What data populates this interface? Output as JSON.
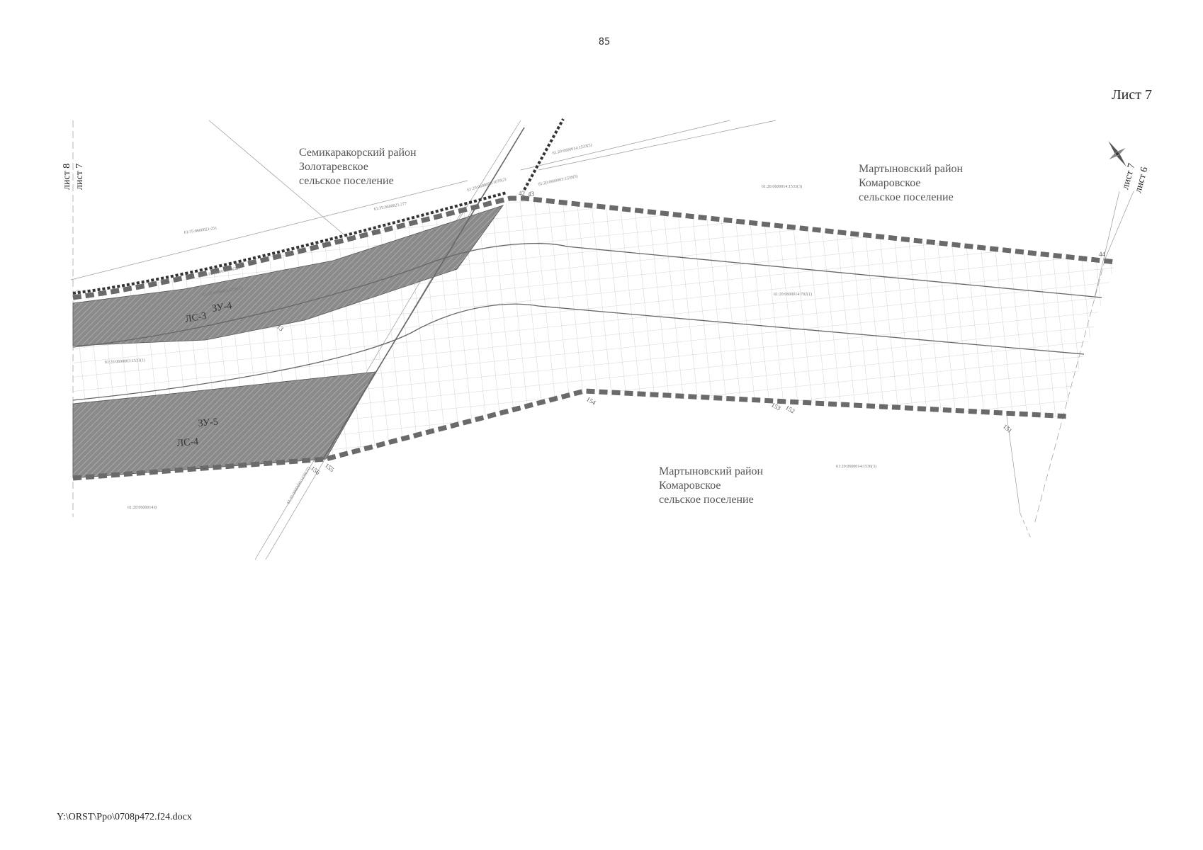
{
  "page_number": "85",
  "sheet_title": "Лист 7",
  "file_path": "Y:\\ORST\\Ppo\\0708p472.f24.docx",
  "sheet_refs": {
    "left_top": "лист 8",
    "left_bottom": "лист 7",
    "right_top": "лист 7",
    "right_bottom": "лист 6"
  },
  "regions": {
    "semikarakorsky": [
      "Семикаракорский район",
      "Золотаревское",
      "сельское поселение"
    ],
    "martynovsky_north": [
      "Мартыновский район",
      "Комаровское",
      "сельское поселение"
    ],
    "martynovsky_south": [
      "Мартыновский район",
      "Комаровское",
      "сельское поселение"
    ]
  },
  "zones": {
    "zu4": "ЗУ-4",
    "ls3": "ЛС-3",
    "zu5": "ЗУ-5",
    "ls4": "ЛС-4"
  },
  "parcel_ids": {
    "p1": "61:35:0600021:251",
    "p2": "61:35:0600021:277",
    "p3": "61:35:0060000:1036(22)",
    "p4": "61:20:0600003:1530(5)",
    "p5": "61:20:0600014:1533(5)",
    "p6": "61:20:0600014:1533(3)",
    "p7": "61:20:0600014:782(1)",
    "p8": "61:20:0600003:1533(1)",
    "p9": "61:20:0600014:1536(3)",
    "p10": "61:20:0600014:8",
    "p11": "61:20:0600003:5200(1)",
    "p12": "61:35:0000000:1036(22)",
    "p13": "61:20:0600003:1070(2)"
  },
  "points": {
    "p151": "151",
    "p152": "152",
    "p153": "153",
    "p154": "154",
    "p155": "155",
    "p156": "156",
    "p13": "13",
    "p43": "43",
    "p44": "44",
    "p42": "42",
    "p3": "3"
  },
  "colors": {
    "hatch_fill": "#8a8a8a",
    "boundary_dash": "#6a6a6a",
    "grid_line": "#c8c8c8",
    "line": "#666666"
  }
}
